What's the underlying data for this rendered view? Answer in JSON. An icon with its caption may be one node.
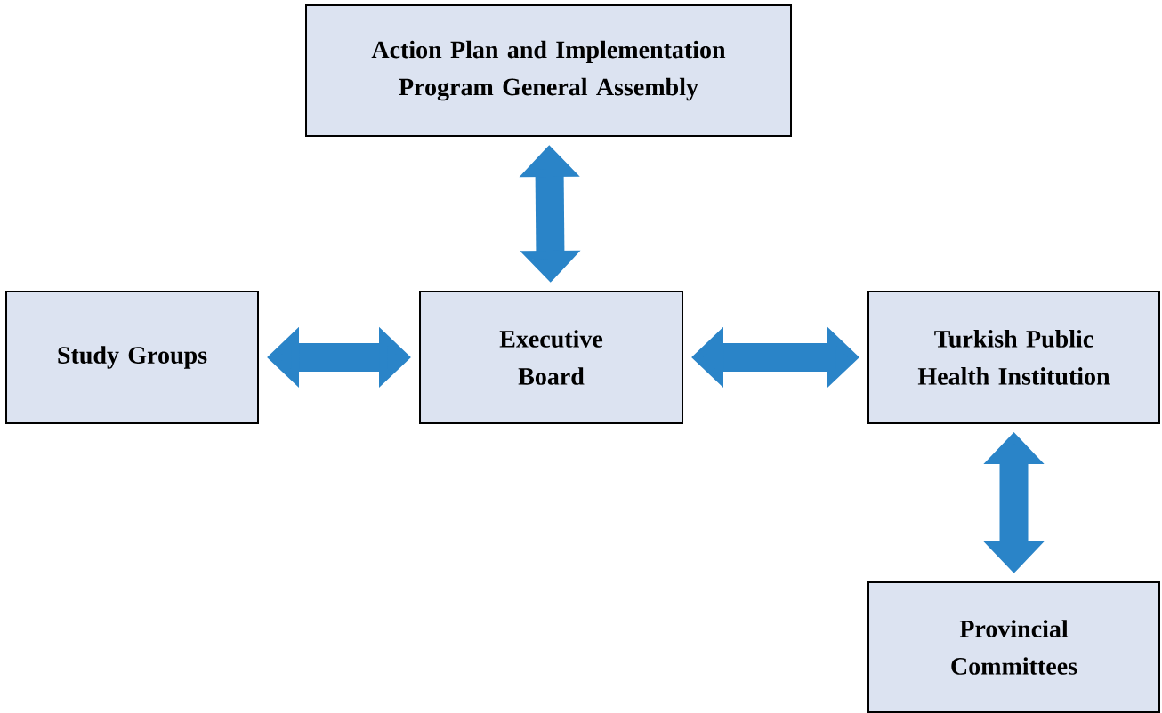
{
  "diagram": {
    "nodes": [
      {
        "text": [
          "Action Plan and Implementation Program General Assembly"
        ]
      },
      {
        "text": [
          "Study Groups"
        ]
      },
      {
        "text": [
          "Executive Board"
        ]
      },
      {
        "text": [
          "Turkish Public Health Institution"
        ]
      },
      {
        "text": [
          "Provincial Committees"
        ]
      }
    ],
    "edges": [
      {
        "from": 0,
        "to": 2,
        "arrow": "both"
      },
      {
        "from": 1,
        "to": 2,
        "arrow": "both"
      },
      {
        "from": 2,
        "to": 3,
        "arrow": "both"
      },
      {
        "from": 3,
        "to": 4,
        "arrow": "both"
      }
    ]
  }
}
